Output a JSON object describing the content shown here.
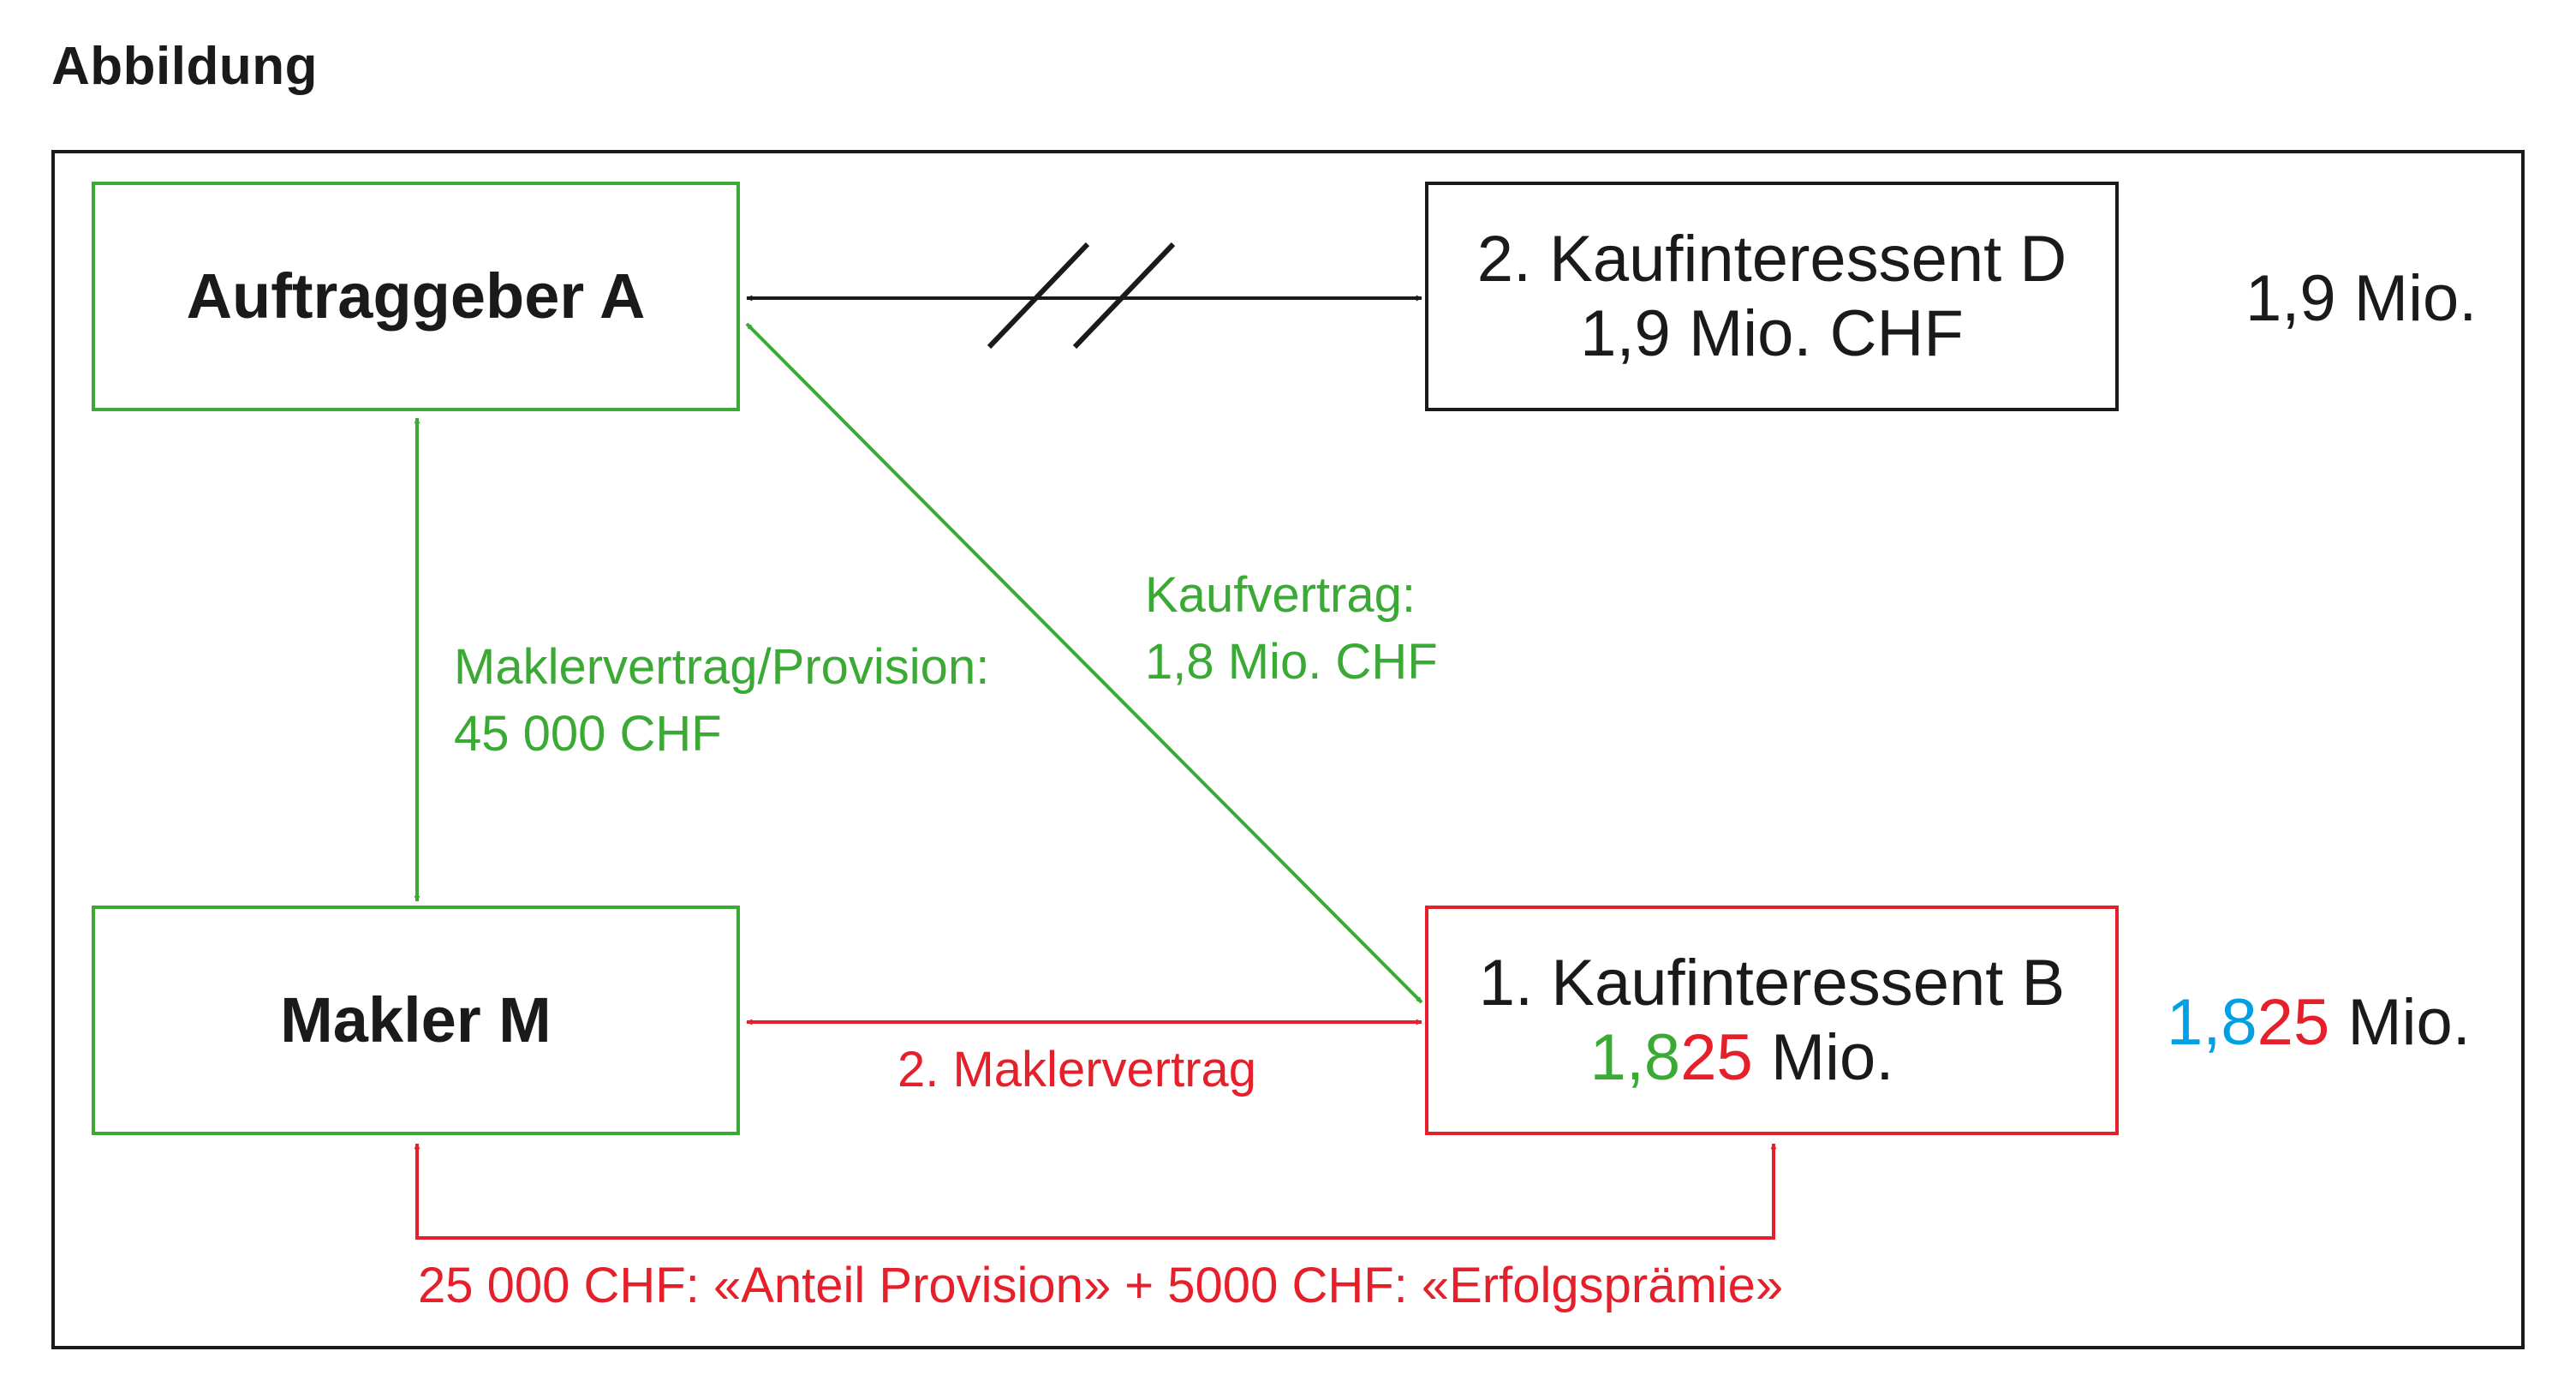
{
  "heading": "Abbildung",
  "nodes": {
    "auftraggeber": {
      "label": "Auftraggeber A"
    },
    "makler": {
      "label": "Makler M"
    },
    "interessent_d": {
      "line1": "2. Kaufinteressent D",
      "line2": "1,9 Mio. CHF"
    },
    "interessent_b": {
      "line1": "1. Kaufinteressent B",
      "value_part1": "1,8",
      "value_part2": "25",
      "value_suffix": " Mio."
    }
  },
  "side_values": {
    "d_value": "1,9 Mio.",
    "b_part1": "1,",
    "b_part2": "8",
    "b_part3": "25",
    "b_suffix": " Mio."
  },
  "edges": {
    "maklervertrag": {
      "line1": "Maklervertrag/Provision:",
      "line2": "45 000 CHF"
    },
    "kaufvertrag": {
      "line1": "Kaufvertrag:",
      "line2": "1,8 Mio. CHF"
    },
    "maklervertrag2": {
      "label": "2. Maklervertrag"
    },
    "bottom": {
      "label": "25 000 CHF: «Anteil Provision» + 5000 CHF: «Erfolgsprämie»"
    }
  },
  "colors": {
    "green": "#3aaa35",
    "red": "#e5202a",
    "blue": "#00a0e3",
    "black": "#1a1a1a"
  }
}
